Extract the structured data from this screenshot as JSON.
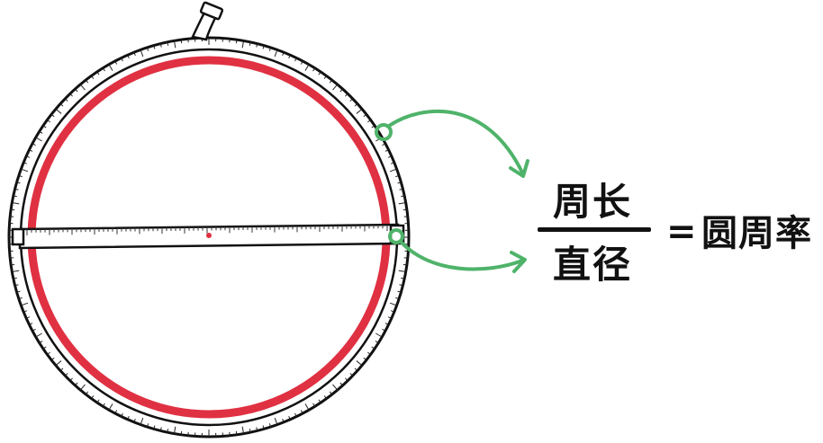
{
  "formula": {
    "numerator": "周长",
    "denominator": "直径",
    "equals": "=",
    "result": "圆周率"
  },
  "colors": {
    "circle": "#e03142",
    "arrow": "#4fb36a",
    "outline": "#111111",
    "background": "#ffffff"
  },
  "icons": {
    "tape_measure": "tape-measure-icon",
    "circle_mark": "red-circle-icon",
    "arrow": "curved-arrow-icon"
  }
}
